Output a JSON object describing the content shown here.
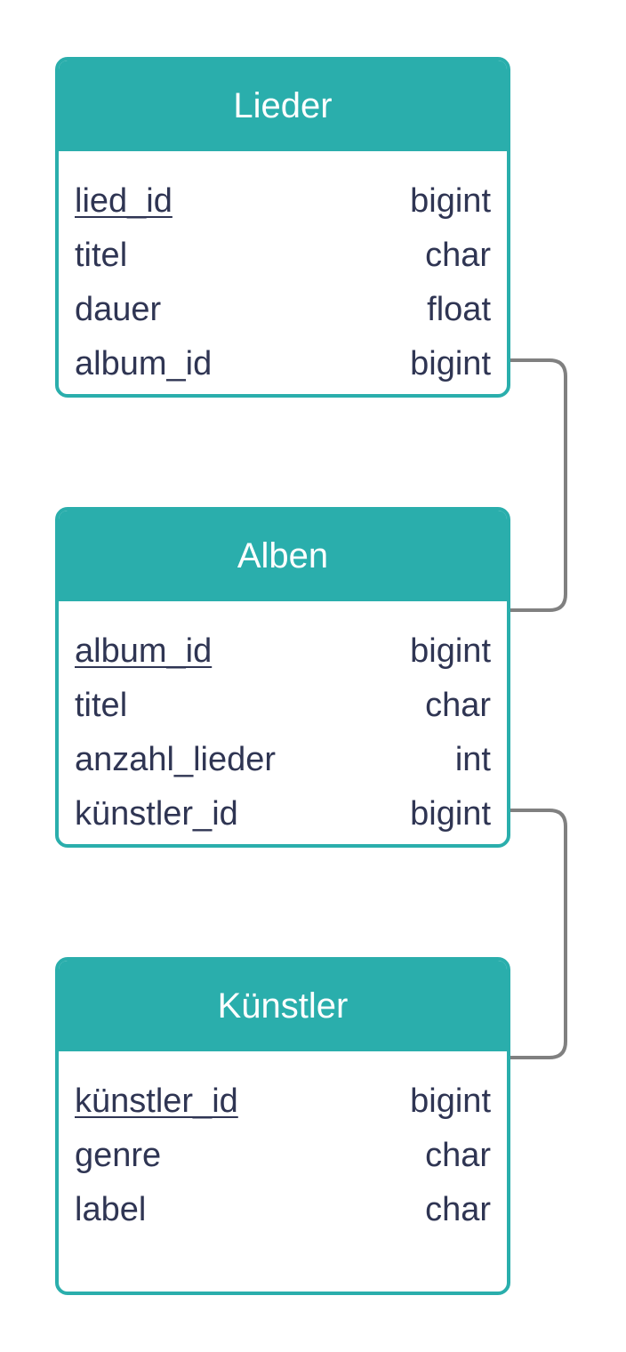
{
  "entities": [
    {
      "title": "Lieder",
      "columns": [
        {
          "name": "lied_id",
          "type": "bigint",
          "primary_key": true
        },
        {
          "name": "titel",
          "type": "char",
          "primary_key": false
        },
        {
          "name": "dauer",
          "type": "float",
          "primary_key": false
        },
        {
          "name": "album_id",
          "type": "bigint",
          "primary_key": false
        }
      ]
    },
    {
      "title": "Alben",
      "columns": [
        {
          "name": "album_id",
          "type": "bigint",
          "primary_key": true
        },
        {
          "name": "titel",
          "type": "char",
          "primary_key": false
        },
        {
          "name": "anzahl_lieder",
          "type": "int",
          "primary_key": false
        },
        {
          "name": "künstler_id",
          "type": "bigint",
          "primary_key": false
        }
      ]
    },
    {
      "title": "Künstler",
      "columns": [
        {
          "name": "künstler_id",
          "type": "bigint",
          "primary_key": true
        },
        {
          "name": "genre",
          "type": "char",
          "primary_key": false
        },
        {
          "name": "label",
          "type": "char",
          "primary_key": false
        }
      ]
    }
  ],
  "relationships": [
    {
      "from": "Lieder.album_id",
      "to": "Alben.album_id"
    },
    {
      "from": "Alben.künstler_id",
      "to": "Künstler.künstler_id"
    }
  ],
  "colors": {
    "header": "#2aaeac",
    "text": "#2f3553",
    "connector": "#808080"
  }
}
